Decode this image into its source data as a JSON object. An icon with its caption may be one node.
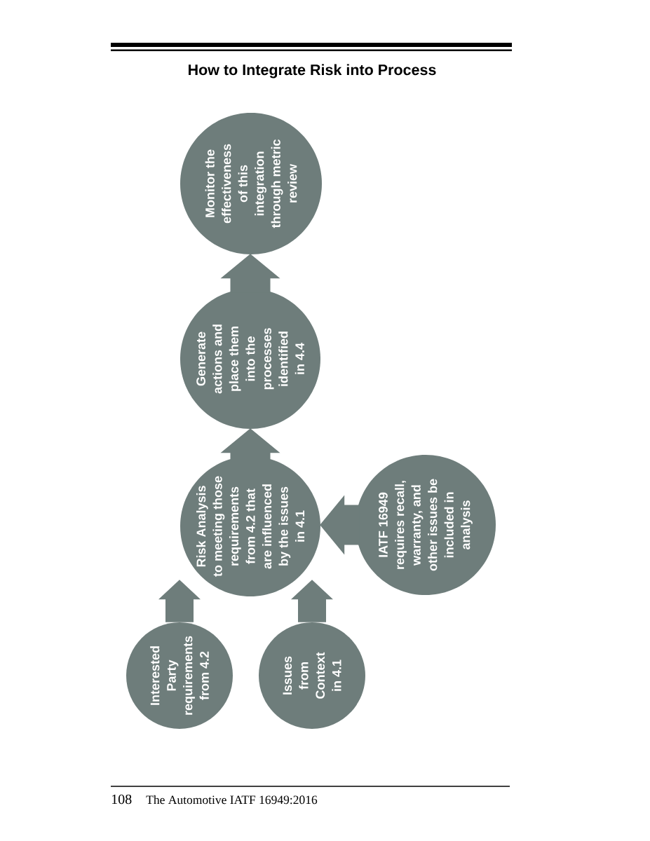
{
  "diagram": {
    "title": "How to Integrate Risk into Process",
    "nodes": [
      {
        "text": [
          "Monitor the effectiveness of this integration through metric review"
        ]
      },
      {
        "text": [
          "Generate actions and place them into the processes identified in 4.4"
        ]
      },
      {
        "text": [
          "Risk Analysis to meeting those requirements from 4.2 that are influenced by the issues in 4.1"
        ]
      },
      {
        "text": [
          "IATF 16949 requires recall, warranty, and other issues be included in analysis"
        ]
      },
      {
        "text": [
          "Interested Party requirements from 4.2"
        ]
      },
      {
        "text": [
          "Issues from Context in 4.1"
        ]
      }
    ],
    "edges": [
      {
        "from": 1,
        "to": 0,
        "arrow": "to"
      },
      {
        "from": 2,
        "to": 1,
        "arrow": "to"
      },
      {
        "from": 3,
        "to": 2,
        "arrow": "to"
      },
      {
        "from": 4,
        "to": 2,
        "arrow": "to"
      },
      {
        "from": 5,
        "to": 2,
        "arrow": "to"
      }
    ],
    "labels": [
      "108",
      "The Automotive IATF 16949:2016"
    ]
  }
}
